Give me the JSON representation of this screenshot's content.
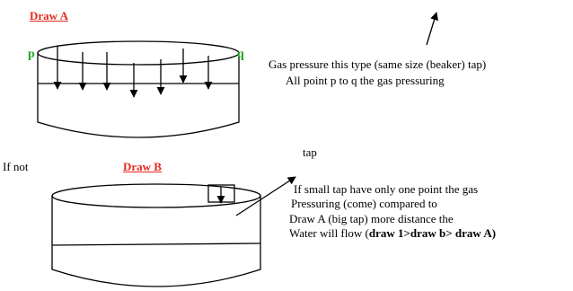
{
  "draw_a": {
    "title": "Draw A",
    "label_p": "p",
    "label_q": "q"
  },
  "draw_b": {
    "title": "Draw B",
    "if_not": "If not",
    "tap_label": "tap"
  },
  "notes": {
    "line1": "Gas pressure this type (same size (beaker) tap)",
    "line2": "All point p to q the gas pressuring",
    "b_line1": "If small tap have only one point the gas",
    "b_line2": "Pressuring (come) compared to",
    "b_line3": "Draw A (big tap) more distance the",
    "b_line4_plain": "Water will flow (",
    "b_line4_bold": "draw 1>draw b> draw A)"
  },
  "colors": {
    "title": "#e8281e",
    "pq": "#22a822",
    "stroke": "#000000"
  }
}
